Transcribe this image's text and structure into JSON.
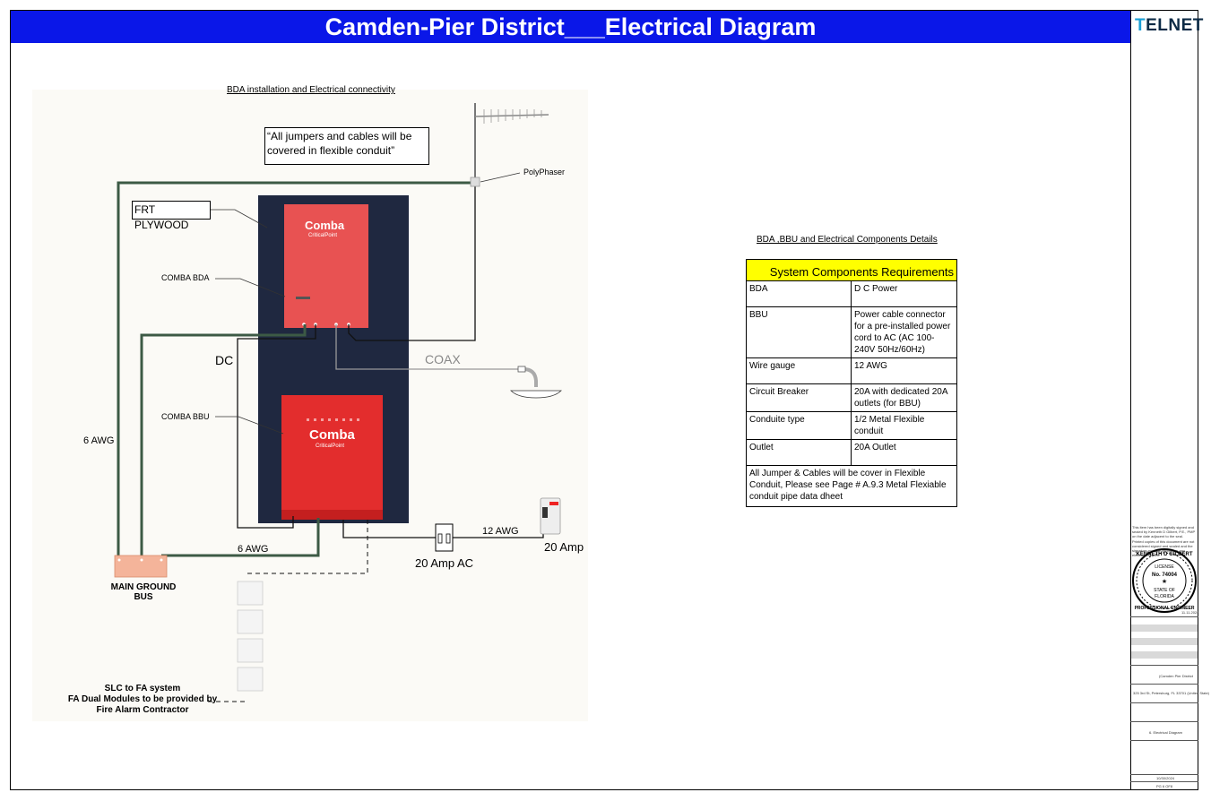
{
  "header": {
    "title": "Camden-Pier District___Electrical Diagram",
    "logo": "ELNET",
    "logo_mark": "T"
  },
  "diagram": {
    "section_title": "BDA installation and Electrical connectivity",
    "note": "“All jumpers and cables will be covered in flexible conduit”",
    "frt_plywood": "FRT PLYWOOD",
    "polyphaser": "PolyPhaser",
    "comba_bda": "COMBA BDA",
    "comba_bbu": "COMBA BBU",
    "dc": "DC",
    "coax": "COAX",
    "awg6_left": "6 AWG",
    "awg6_bottom": "6 AWG",
    "awg12": "12 AWG",
    "amp20_ac": "20 Amp AC",
    "amp20": "20 Amp",
    "ground_bus": "MAIN GROUND\nBUS",
    "slc": "SLC to FA system\nFA Dual Modules to be provided by\nFire Alarm Contractor",
    "brand_bda": "Comba",
    "brand_bda_sub": "CriticalPoint",
    "brand_bbu": "Comba",
    "brand_bbu_sub": "CriticalPoint"
  },
  "details": {
    "section_title": "BDA ,BBU and Electrical Components Details",
    "table_title": "System Components Requirements",
    "rows": [
      {
        "item": "BDA",
        "value": "D C Power"
      },
      {
        "item": "BBU",
        "value": " Power cable connector for a pre-installed power cord to AC (AC 100-240V 50Hz/60Hz)"
      },
      {
        "item": "Wire gauge",
        "value": "12 AWG"
      },
      {
        "item": "Circuit Breaker",
        "value": "20A with dedicated 20A outlets (for BBU)"
      },
      {
        "item": "Conduite type",
        "value": "1/2 Metal Flexible conduit"
      },
      {
        "item": "Outlet",
        "value": "20A Outlet"
      }
    ],
    "footer_note": "All Jumper & Cables will  be cover in Flexible Conduit, Please see Page # A.9.3 Metal Flexiable conduit pipe data dheet"
  },
  "sidepanel": {
    "seal_note": "This item has been digitally signed and sealed by Kenneth D Gilbert, P.E., PMP on the date adjacent to the seal.",
    "seal_note2": "Printed copies of this document are not considered signed and sealed and the signature must be verified on any electronic copies.",
    "seal_name": "KENNETH D GILBERT",
    "seal_license": "LICENSE",
    "seal_no": "No. 74004",
    "seal_state": "STATE OF",
    "seal_florida": "FLORIDA",
    "seal_pe": "PROFESSIONAL ENGINEER",
    "seal_date": "11.11.2024",
    "project": "(Camden Pier District",
    "address": "325 3rd St, Petersburg, FL 33701 (United State)",
    "sheet_name": "6. Electrical Diagram",
    "date": "10/30/2024",
    "page": "PG 6 OF8"
  },
  "colors": {
    "title_bg": "#0a17e8",
    "board": "#1f2840",
    "bda": "#e85252",
    "bbu": "#e32d2d",
    "ground_wire": "#3c5a45",
    "table_head": "#ffff00"
  }
}
